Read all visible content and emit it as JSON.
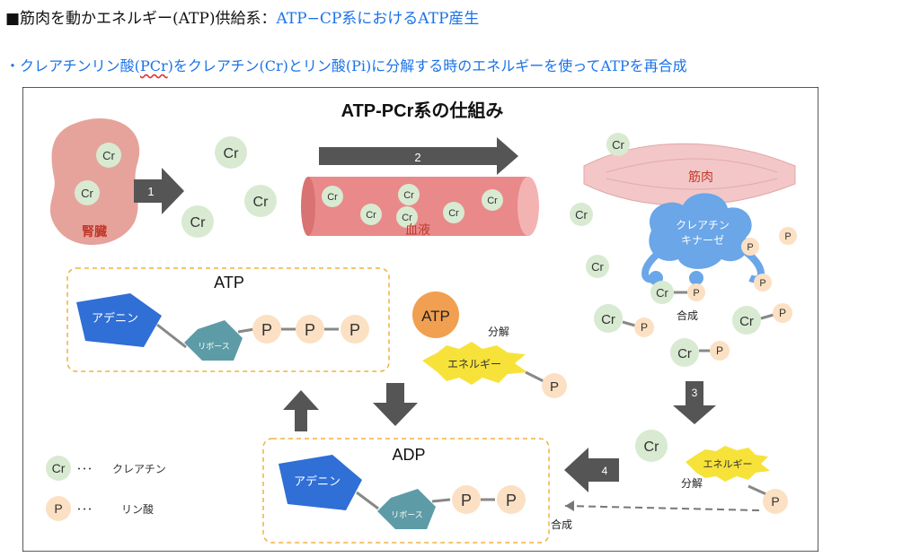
{
  "heading": {
    "prefix": "■筋肉を動かエネルギー(ATP)供給系：",
    "highlight": "ATP−CP系におけるATP産生"
  },
  "subtitle": {
    "part1": "・クレアチンリン酸(",
    "underlined": "PCr",
    "part2": ")をクレアチン(Cr)とリン酸(Pi)に分解する時のエネルギーを使ってATPを再合成"
  },
  "diagram": {
    "title": "ATP-PCr系の仕組み",
    "kidney_label": "腎臓",
    "blood_label": "血液",
    "muscle_label": "筋肉",
    "enzyme_label": [
      "クレアチン",
      "キナーゼ"
    ],
    "steps": [
      "1",
      "2",
      "3",
      "4"
    ],
    "cr": "Cr",
    "p": "P",
    "atp_box_title": "ATP",
    "adp_box_title": "ADP",
    "adenine": "アデニン",
    "ribose": "リボース",
    "atp_circle": "ATP",
    "energy": "エネルギー",
    "decompose": "分解",
    "synthesis": "合成",
    "legend_cr": "クレアチン",
    "legend_p": "リン酸",
    "legend_dots": "･･･"
  },
  "colors": {
    "cr_fill": "#d8ead1",
    "p_fill": "#fbe0c3",
    "kidney": "#e6a39b",
    "blood": "#e9898a",
    "muscle": "#f3c7c7",
    "enzyme": "#6aa6e8",
    "arrow": "#555555",
    "atp_orange": "#f0a050",
    "energy_yellow": "#f7e23a",
    "adenine_blue": "#2f6fd6",
    "ribose_teal": "#5d9ca6",
    "box_dash": "#f0b040"
  }
}
